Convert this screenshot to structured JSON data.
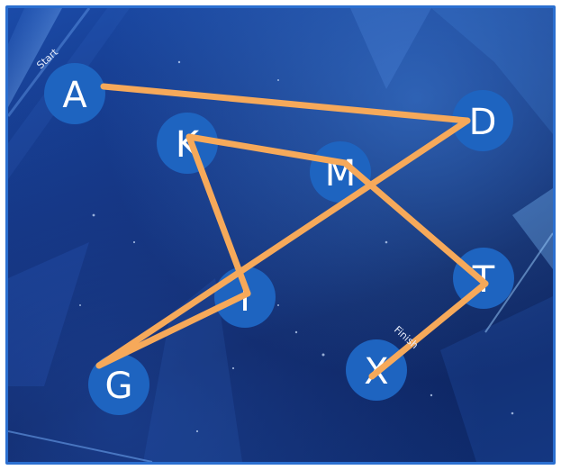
{
  "puzzle": {
    "start_label": "Start",
    "finish_label": "Finish",
    "accent_color": "#2b6fd0",
    "path_color": "#f6a95a",
    "nodes": [
      {
        "id": "A",
        "label": "A"
      },
      {
        "id": "D",
        "label": "D"
      },
      {
        "id": "K",
        "label": "K"
      },
      {
        "id": "M",
        "label": "M"
      },
      {
        "id": "T",
        "label": "T"
      },
      {
        "id": "I",
        "label": "I"
      },
      {
        "id": "G",
        "label": "G"
      },
      {
        "id": "X",
        "label": "X"
      }
    ],
    "path_order": [
      "A",
      "D",
      "G",
      "I",
      "K",
      "M",
      "T",
      "X"
    ]
  }
}
